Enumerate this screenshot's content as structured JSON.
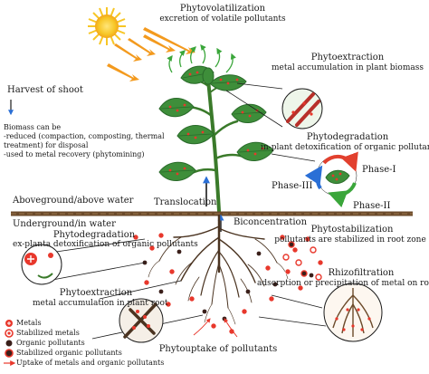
{
  "harvest": {
    "label": "Harvest of shoot",
    "biomass_intro": "Biomass can be",
    "biomass_line1": "-reduced (compaction, composting, thermal",
    "biomass_line2": "treatment) for disposal",
    "biomass_line3": "-used to metal recovery (phytomining)"
  },
  "phytovolatilization": {
    "title": "Phytovolatilization",
    "subtitle": "excretion of volatile pollutants"
  },
  "phytoextraction_shoot": {
    "title": "Phytoextraction",
    "subtitle": "metal accumulation in plant biomass"
  },
  "phytodegradation_shoot": {
    "title": "Phytodegradation",
    "subtitle": "in-plant detoxification of organic pollutants"
  },
  "phases": {
    "phase1": "Phase-I",
    "phase2": "Phase-II",
    "phase3": "Phase-III"
  },
  "zones": {
    "above": "Aboveground/above water",
    "below": "Underground/in water"
  },
  "translocation": "Translocation",
  "bioconcentration": "Biconcentration",
  "phytodegradation_root": {
    "title": "Phytodegradation",
    "subtitle": "ex-planta detoxification of organic pollutants"
  },
  "phytostabilization": {
    "title": "Phytostabilization",
    "subtitle": "pollutants are stabilized in root zone"
  },
  "phytoextraction_root": {
    "title": "Phytoextraction",
    "subtitle": "metal accumulation in plant root"
  },
  "rhizofiltration": {
    "title": "Rhizofiltration",
    "subtitle": "adsorption or precipitation of metal on root"
  },
  "phytouptake": "Phytouptake of pollutants",
  "legend": {
    "metals": "Metals",
    "stabilized_metals": "Stabilized metals",
    "organic": "Organic pollutants",
    "stabilized_organic": "Stabilized organic pollutants",
    "uptake": "Uptake of metals and organic pollutants"
  },
  "colors": {
    "metal_red": "#e8382c",
    "organic_dark": "#3a1f1a",
    "leaf_green": "#3e8e3a",
    "leaf_dark": "#2a6a2a",
    "soil_brown": "#6b4a2a",
    "sun_yellow": "#f7c626",
    "ray_orange": "#f39a1e",
    "phase_blue": "#2a6fd6",
    "phase_green": "#3aa63a",
    "phase_red": "#e2402e"
  },
  "icons": [
    "sun-icon",
    "leaf-icon",
    "root-icon",
    "arrow-icon",
    "cycle-icon"
  ]
}
